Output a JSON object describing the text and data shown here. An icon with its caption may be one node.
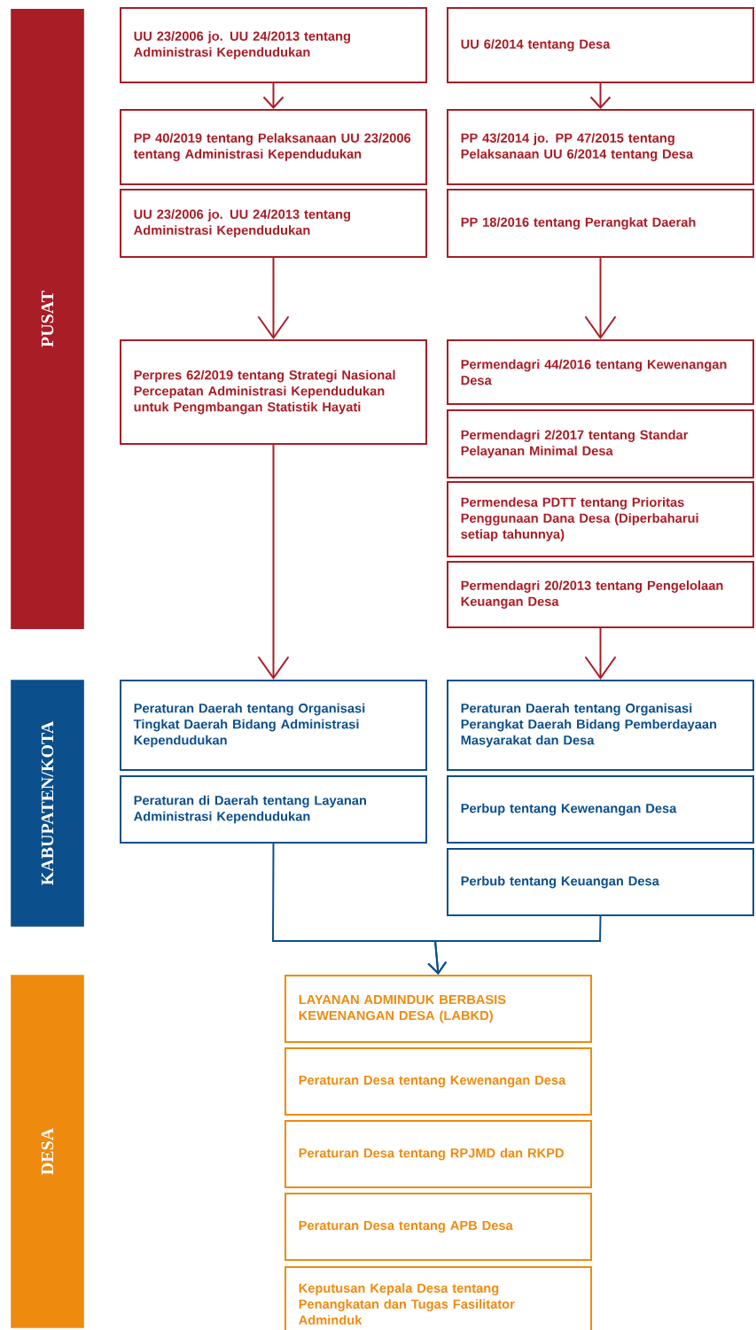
{
  "diagram": {
    "nodes": [
      {
        "text": [
          "PUSAT"
        ]
      },
      {
        "text": [
          "KABUPATEN/KOTA"
        ]
      },
      {
        "text": [
          "DESA"
        ]
      },
      {
        "text": [
          "UU 23/2006 jo. UU 24/2013 tentang Administrasi Kependudukan"
        ]
      },
      {
        "text": [
          "UU 6/2014 tentang Desa"
        ]
      },
      {
        "text": [
          "PP 40/2019 tentang Pelaksanaan UU 23/2006 tentang Administrasi Kependudukan"
        ]
      },
      {
        "text": [
          "PP 43/2014 jo. PP 47/2015 tentang Pelaksanaan UU  6/2014 tentang Desa"
        ]
      },
      {
        "text": [
          "UU 23/2006 jo. UU 24/2013 tentang Administrasi Kependudukan"
        ]
      },
      {
        "text": [
          "PP 18/2016 tentang Perangkat Daerah"
        ]
      },
      {
        "text": [
          "Perpres 62/2019 tentang Strategi Nasional Percepatan Administrasi Kependudukan untuk Pengmbangan Statistik Hayati"
        ]
      },
      {
        "text": [
          "Permendagri 44/2016 tentang Kewenangan Desa"
        ]
      },
      {
        "text": [
          "Permendagri 2/2017 tentang Standar Pelayanan Minimal Desa"
        ]
      },
      {
        "text": [
          "Permendesa PDTT tentang Prioritas Penggunaan Dana Desa (Diperbaharui setiap tahunnya)"
        ]
      },
      {
        "text": [
          "Permendagri 20/2013 tentang Pengelolaan Keuangan Desa"
        ]
      },
      {
        "text": [
          "Peraturan Daerah tentang Organisasi Tingkat Daerah Bidang Administrasi Kependudukan"
        ]
      },
      {
        "text": [
          "Peraturan Daerah tentang Organisasi Perangkat Daerah Bidang Pemberdayaan Masyarakat dan Desa"
        ]
      },
      {
        "text": [
          "Peraturan di Daerah tentang Layanan Administrasi Kependudukan"
        ]
      },
      {
        "text": [
          "Perbup tentang Kewenangan Desa"
        ]
      },
      {
        "text": [
          "Perbub tentang Keuangan Desa"
        ]
      },
      {
        "text": [
          "LAYANAN ADMINDUK BERBASIS KEWENANGAN DESA (LABKD)"
        ]
      },
      {
        "text": [
          "Peraturan Desa tentang Kewenangan Desa"
        ]
      },
      {
        "text": [
          "Peraturan Desa tentang RPJMD dan RKPD"
        ]
      },
      {
        "text": [
          "Peraturan Desa tentang APB Desa"
        ]
      },
      {
        "text": [
          "Keputusan Kepala Desa tentang Penangkatan dan Tugas Fasilitator Adminduk"
        ]
      }
    ],
    "edges": [
      {
        "from": 3,
        "to": 5,
        "arrow": "to"
      },
      {
        "from": 4,
        "to": 6,
        "arrow": "to"
      },
      {
        "from": 7,
        "to": 9,
        "arrow": "to"
      },
      {
        "from": 8,
        "to": 10,
        "arrow": "to"
      },
      {
        "from": 9,
        "to": 14,
        "arrow": "to"
      },
      {
        "from": 13,
        "to": 15,
        "arrow": "to"
      },
      {
        "from": 16,
        "to": 19,
        "arrow": "to",
        "color": "#0b4f8c"
      },
      {
        "from": 18,
        "to": 19,
        "arrow": "to",
        "color": "#0b4f8c"
      }
    ]
  }
}
